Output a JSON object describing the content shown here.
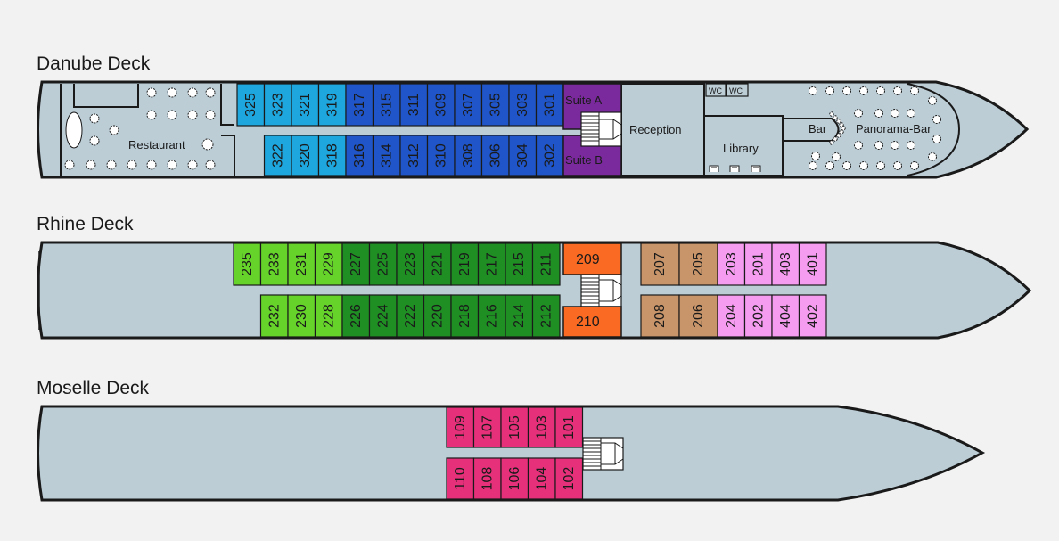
{
  "decks": {
    "danube": {
      "title": "Danube Deck",
      "areas": {
        "restaurant": "Restaurant",
        "reception": "Reception",
        "library": "Library",
        "bar": "Bar",
        "panorama_bar": "Panorama-Bar",
        "wc_1": "WC",
        "wc_2": "WC"
      },
      "suites": {
        "suite_a": "Suite A",
        "suite_b": "Suite B"
      },
      "top_cabins": [
        {
          "num": "325",
          "cat": "lightblue"
        },
        {
          "num": "323",
          "cat": "lightblue"
        },
        {
          "num": "321",
          "cat": "lightblue"
        },
        {
          "num": "319",
          "cat": "lightblue"
        },
        {
          "num": "317",
          "cat": "blue"
        },
        {
          "num": "315",
          "cat": "blue"
        },
        {
          "num": "311",
          "cat": "blue"
        },
        {
          "num": "309",
          "cat": "blue"
        },
        {
          "num": "307",
          "cat": "blue"
        },
        {
          "num": "305",
          "cat": "blue"
        },
        {
          "num": "303",
          "cat": "blue"
        },
        {
          "num": "301",
          "cat": "blue"
        }
      ],
      "bottom_cabins": [
        {
          "num": "322",
          "cat": "lightblue"
        },
        {
          "num": "320",
          "cat": "lightblue"
        },
        {
          "num": "318",
          "cat": "lightblue"
        },
        {
          "num": "316",
          "cat": "blue"
        },
        {
          "num": "314",
          "cat": "blue"
        },
        {
          "num": "312",
          "cat": "blue"
        },
        {
          "num": "310",
          "cat": "blue"
        },
        {
          "num": "308",
          "cat": "blue"
        },
        {
          "num": "306",
          "cat": "blue"
        },
        {
          "num": "304",
          "cat": "blue"
        },
        {
          "num": "302",
          "cat": "blue"
        }
      ]
    },
    "rhine": {
      "title": "Rhine Deck",
      "top_cabins": [
        {
          "num": "235",
          "cat": "lime"
        },
        {
          "num": "233",
          "cat": "lime"
        },
        {
          "num": "231",
          "cat": "lime"
        },
        {
          "num": "229",
          "cat": "lime"
        },
        {
          "num": "227",
          "cat": "green"
        },
        {
          "num": "225",
          "cat": "green"
        },
        {
          "num": "223",
          "cat": "green"
        },
        {
          "num": "221",
          "cat": "green"
        },
        {
          "num": "219",
          "cat": "green"
        },
        {
          "num": "217",
          "cat": "green"
        },
        {
          "num": "215",
          "cat": "green"
        },
        {
          "num": "211",
          "cat": "green"
        }
      ],
      "bottom_cabins": [
        {
          "num": "232",
          "cat": "lime"
        },
        {
          "num": "230",
          "cat": "lime"
        },
        {
          "num": "228",
          "cat": "lime"
        },
        {
          "num": "226",
          "cat": "green"
        },
        {
          "num": "224",
          "cat": "green"
        },
        {
          "num": "222",
          "cat": "green"
        },
        {
          "num": "220",
          "cat": "green"
        },
        {
          "num": "218",
          "cat": "green"
        },
        {
          "num": "216",
          "cat": "green"
        },
        {
          "num": "214",
          "cat": "green"
        },
        {
          "num": "212",
          "cat": "green"
        }
      ],
      "orange_top": "209",
      "orange_bottom": "210",
      "aft_top_cabins": [
        {
          "num": "207",
          "cat": "tan"
        },
        {
          "num": "205",
          "cat": "tan"
        },
        {
          "num": "203",
          "cat": "pink"
        },
        {
          "num": "201",
          "cat": "pink"
        },
        {
          "num": "403",
          "cat": "pink"
        },
        {
          "num": "401",
          "cat": "pink"
        }
      ],
      "aft_bottom_cabins": [
        {
          "num": "208",
          "cat": "tan"
        },
        {
          "num": "206",
          "cat": "tan"
        },
        {
          "num": "204",
          "cat": "pink"
        },
        {
          "num": "202",
          "cat": "pink"
        },
        {
          "num": "404",
          "cat": "pink"
        },
        {
          "num": "402",
          "cat": "pink"
        }
      ]
    },
    "moselle": {
      "title": "Moselle Deck",
      "top_cabins": [
        {
          "num": "109",
          "cat": "magenta"
        },
        {
          "num": "107",
          "cat": "magenta"
        },
        {
          "num": "105",
          "cat": "magenta"
        },
        {
          "num": "103",
          "cat": "magenta"
        },
        {
          "num": "101",
          "cat": "magenta"
        }
      ],
      "bottom_cabins": [
        {
          "num": "110",
          "cat": "magenta"
        },
        {
          "num": "108",
          "cat": "magenta"
        },
        {
          "num": "106",
          "cat": "magenta"
        },
        {
          "num": "104",
          "cat": "magenta"
        },
        {
          "num": "102",
          "cat": "magenta"
        }
      ]
    }
  },
  "colors": {
    "hull": "#bccdd6",
    "outline": "#1a1a1a",
    "lightblue": "#1ea6de",
    "blue": "#1f55c8",
    "suite": "#7b2a9e",
    "lime": "#66d32a",
    "green": "#1f8f24",
    "orange": "#fb6a22",
    "tan": "#c8956a",
    "pink": "#f59cf0",
    "magenta": "#e6307a",
    "stair": "#ffffff"
  }
}
